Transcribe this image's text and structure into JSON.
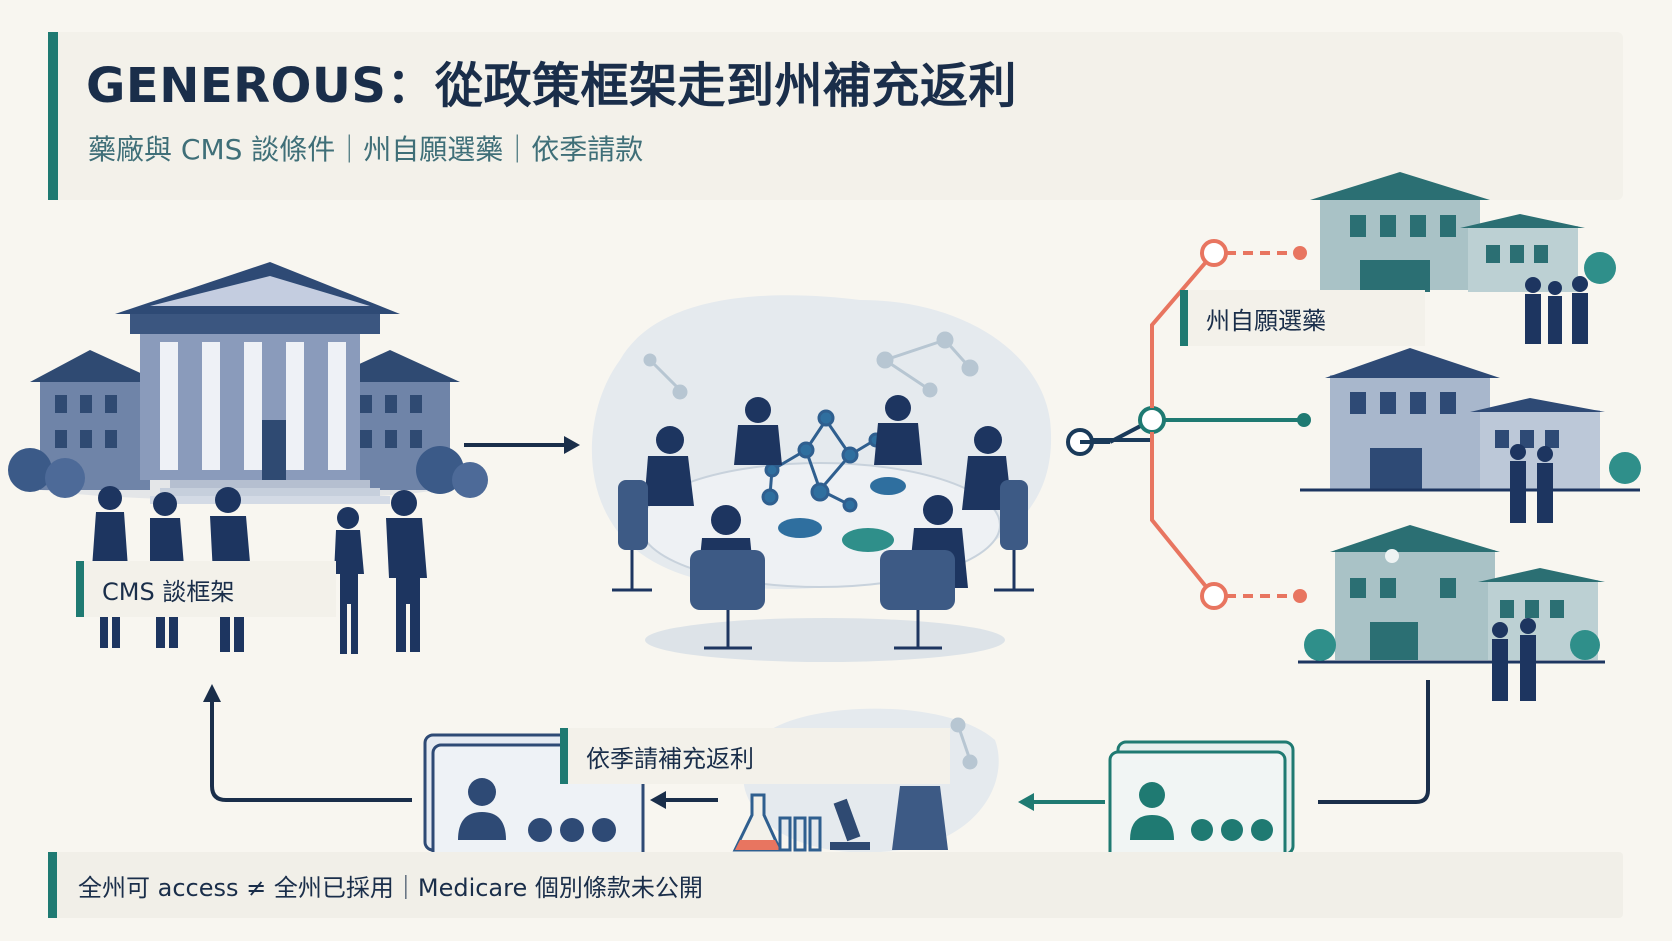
{
  "header": {
    "title": "GENEROUS：從政策框架走到州補充返利",
    "subtitle": "藥廠與 CMS 談條件｜州自願選藥｜依季請款"
  },
  "labels": {
    "cms": "CMS 談框架",
    "states": "州自願選藥",
    "claims": "依季請補充返利"
  },
  "footer": {
    "note": "全州可 access ≠ 全州已採用｜Medicare 個別條款未公開"
  },
  "colors": {
    "accent": "#1f7a72",
    "navy": "#1a2e4a",
    "coral": "#e87560",
    "slate": "#4d6a8e"
  }
}
